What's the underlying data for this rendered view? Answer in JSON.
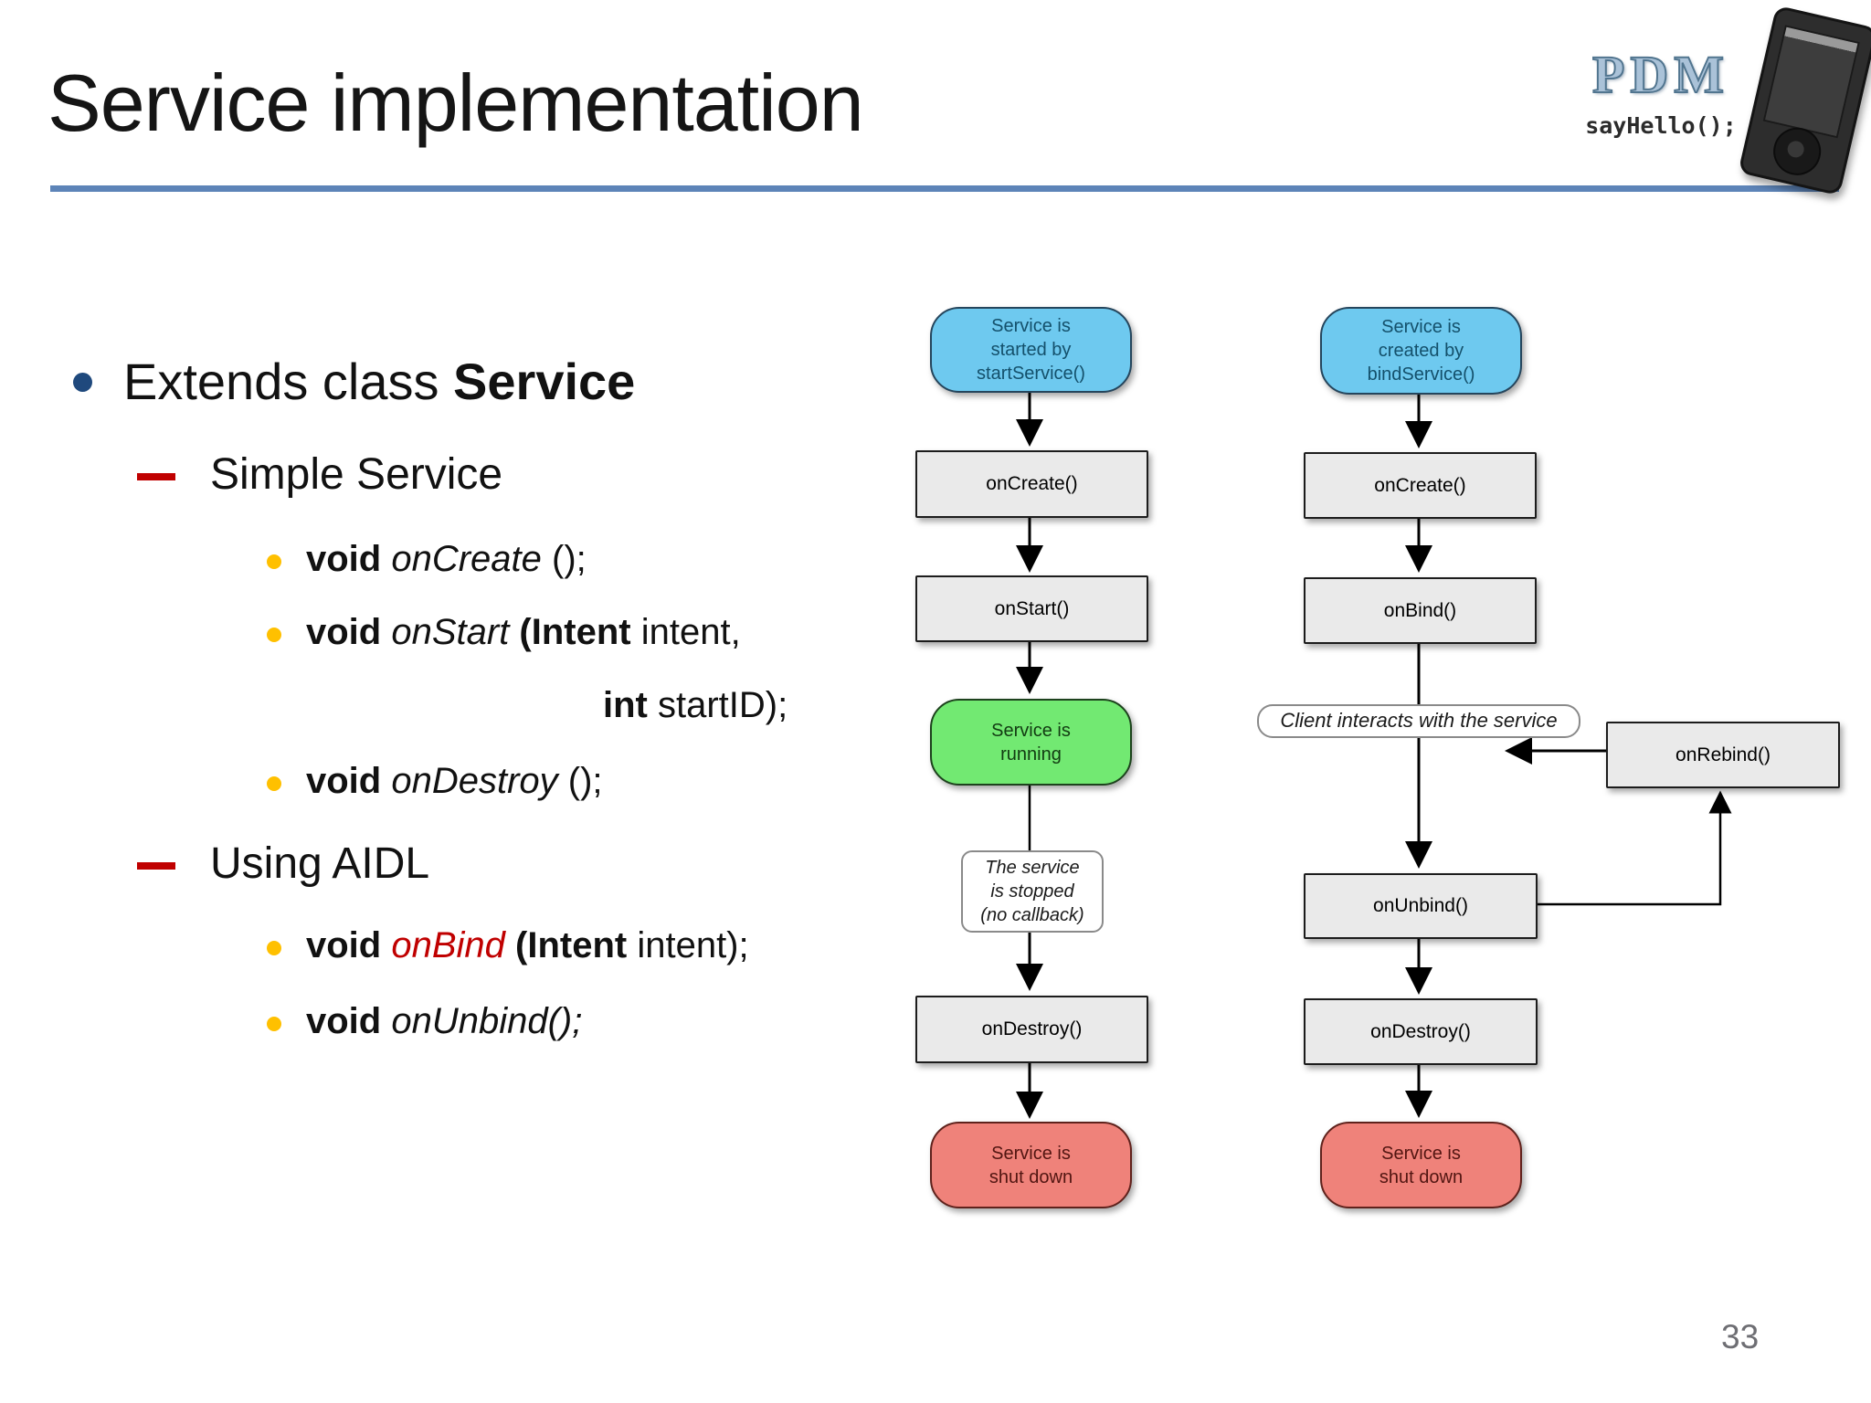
{
  "slide": {
    "title": "Service implementation",
    "page_number": "33"
  },
  "logo": {
    "brand": "PDM",
    "code": "sayHello();"
  },
  "bullets": {
    "extends": {
      "prefix": "Extends class ",
      "bold": "Service"
    },
    "simple_service": "Simple Service",
    "on_create": {
      "kw": "void ",
      "name": "onCreate",
      "tail": " ();"
    },
    "on_start": {
      "kw": "void ",
      "name": "onStart",
      "open_bold": " (Intent",
      "tail": " intent,"
    },
    "start_id": {
      "kw": "int",
      "tail": " startID);"
    },
    "on_destroy": {
      "kw": "void ",
      "name": "onDestroy",
      "tail": " ();"
    },
    "using_aidl": "Using AIDL",
    "on_bind": {
      "kw": "void ",
      "name": "onBind",
      "open_bold": " (Intent",
      "tail": " intent);"
    },
    "on_unbind": {
      "kw": "void ",
      "name": "onUnbind();"
    }
  },
  "diagram": {
    "started": {
      "start": "Service is\nstarted by\nstartService()",
      "on_create": "onCreate()",
      "on_start": "onStart()",
      "running": "Service is\nrunning",
      "stopped_note": "The service\nis stopped\n(no callback)",
      "on_destroy": "onDestroy()",
      "shutdown": "Service is\nshut down"
    },
    "bound": {
      "start": "Service is\ncreated by\nbindService()",
      "on_create": "onCreate()",
      "on_bind": "onBind()",
      "client_note": "Client interacts with the service",
      "on_rebind": "onRebind()",
      "on_unbind": "onUnbind()",
      "on_destroy": "onDestroy()",
      "shutdown": "Service is\nshut down"
    }
  },
  "colors": {
    "accent_line": "#5d84b8",
    "start_state_fill": "#6ec9ef",
    "running_state_fill": "#72e972",
    "shutdown_state_fill": "#ef827a",
    "callback_box_fill": "#eaeaea",
    "bullet_level1": "#1F497D",
    "bullet_dash": "#C00000",
    "bullet_level3": "#FFC000",
    "highlight_red": "#C00000"
  }
}
